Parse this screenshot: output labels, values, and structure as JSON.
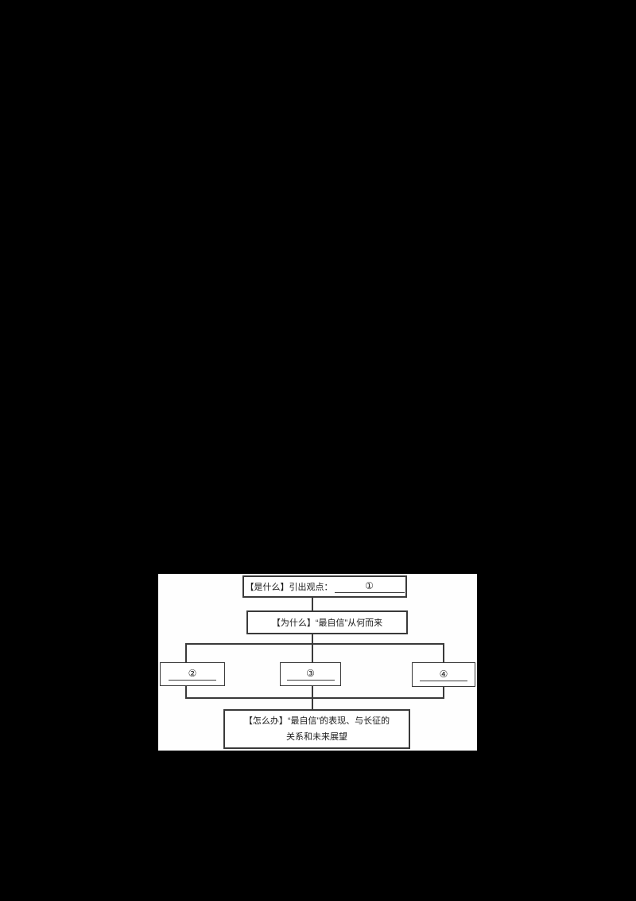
{
  "colors": {
    "page_background": "#000000",
    "panel_background": "#ffffff",
    "line": "#3a3a3a",
    "text": "#1c1c1c"
  },
  "flowchart": {
    "box_what": {
      "label": "【是什么】引出观点：",
      "blank_marker": "①"
    },
    "box_why": {
      "label": "【为什么】“最自信”从何而来"
    },
    "branch_boxes": [
      {
        "marker": "②"
      },
      {
        "marker": "③"
      },
      {
        "marker": "④"
      }
    ],
    "box_how": {
      "line1": "【怎么办】“最自信”的表现、与长征的",
      "line2": "关系和未来展望"
    }
  }
}
